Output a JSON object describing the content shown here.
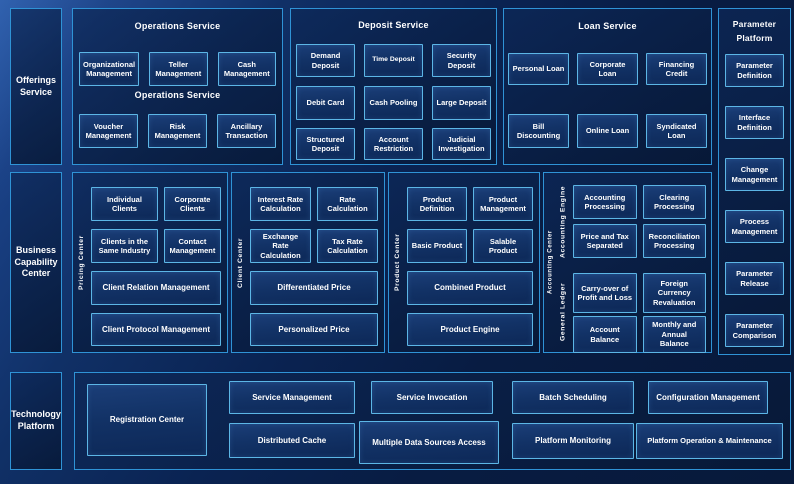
{
  "colors": {
    "background": "#0a2352",
    "panel_border": "#2f93d6",
    "box_border": "#5cb6e6",
    "box_fill_top": "#1b3e78",
    "box_fill_bottom": "#0d2857",
    "text": "#ffffff"
  },
  "left_rail": {
    "offerings": "Offerings Service",
    "business_capability": "Business Capability Center",
    "technology_platform": "Technology Platform"
  },
  "operations_service": {
    "title": "Operations Service",
    "subtitle": "Operations Service",
    "row1": [
      "Organizational Management",
      "Teller Management",
      "Cash Management"
    ],
    "row2": [
      "Voucher Management",
      "Risk Management",
      "Ancillary Transaction"
    ]
  },
  "deposit_service": {
    "title": "Deposit Service",
    "row1": [
      "Demand Deposit",
      "Time Deposit",
      "Security Deposit"
    ],
    "row2": [
      "Debit Card",
      "Cash Pooling",
      "Large Deposit"
    ],
    "row3": [
      "Structured Deposit",
      "Account Restriction",
      "Judicial Investigation"
    ]
  },
  "loan_service": {
    "title": "Loan Service",
    "row1": [
      "Personal Loan",
      "Corporate Loan",
      "Financing Credit"
    ],
    "row2": [
      "Bill Discounting",
      "Online Loan",
      "Syndicated Loan"
    ]
  },
  "parameter_platform": {
    "title": "Parameter Platform",
    "items": [
      "Parameter Definition",
      "Interface Definition",
      "Change Management",
      "Process Management",
      "Parameter Release",
      "Parameter Comparison"
    ]
  },
  "pricing_center": {
    "label": "Pricing Center",
    "row1": [
      "Individual Clients",
      "Corporate Clients"
    ],
    "row2": [
      "Clients in the Same Industry",
      "Contact Management"
    ],
    "wide1": "Client Relation Management",
    "wide2": "Client Protocol Management"
  },
  "client_center": {
    "label": "Client Center",
    "row1": [
      "Interest Rate Calculation",
      "Rate Calculation"
    ],
    "row2": [
      "Exchange Rate Calculation",
      "Tax Rate Calculation"
    ],
    "wide1": "Differentiated Price",
    "wide2": "Personalized Price"
  },
  "product_center": {
    "label": "Product Center",
    "row1": [
      "Product Definition",
      "Product Management"
    ],
    "row2": [
      "Basic Product",
      "Salable Product"
    ],
    "wide1": "Combined Product",
    "wide2": "Product Engine"
  },
  "accounting_center": {
    "label": "Accounting Center",
    "engine_label": "Accounting Engine",
    "ledger_label": "General Ledger",
    "engine_row1": [
      "Accounting Processing",
      "Clearing Processing"
    ],
    "engine_row2": [
      "Price and Tax Separated",
      "Reconciliation Processing"
    ],
    "ledger_row1": [
      "Carry-over of Profit and Loss",
      "Foreign Currency Revaluation"
    ],
    "ledger_row2": [
      "Account Balance",
      "Monthly and Annual Balance"
    ]
  },
  "technology_row": {
    "registration": "Registration Center",
    "service_management": "Service Management",
    "distributed_cache": "Distributed Cache",
    "service_invocation": "Service Invocation",
    "multiple_data_sources": "Multiple Data Sources Access",
    "batch_scheduling": "Batch Scheduling",
    "platform_monitoring": "Platform Monitoring",
    "configuration_management": "Configuration Management",
    "platform_operation": "Platform Operation & Maintenance"
  }
}
